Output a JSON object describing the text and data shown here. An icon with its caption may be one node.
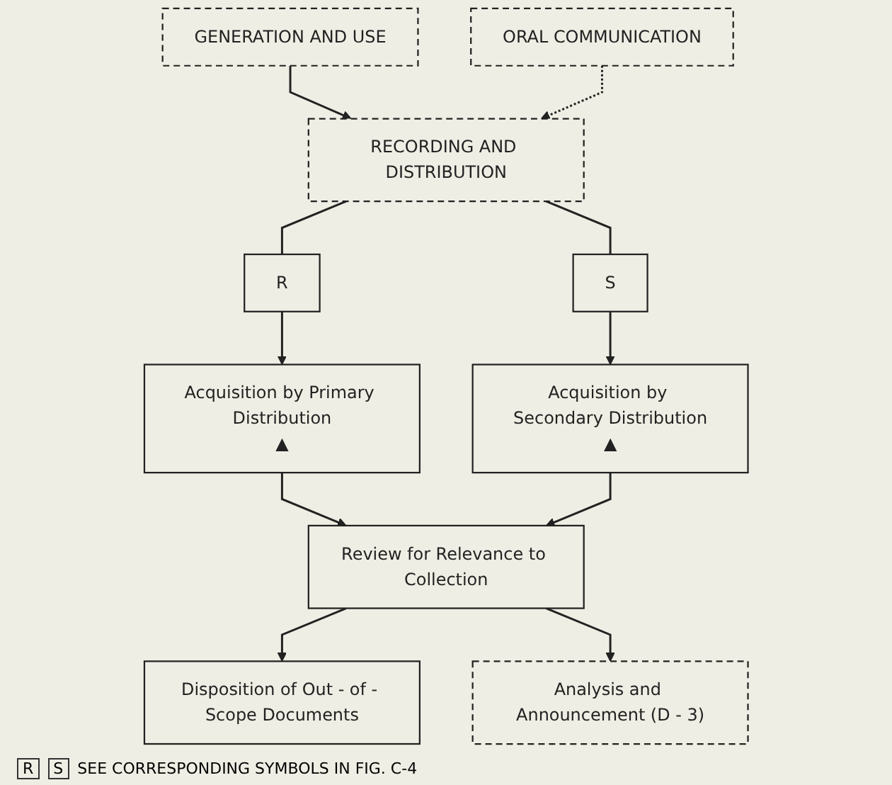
{
  "diagram": {
    "nodes": [
      {
        "text": [
          "GENERATION AND USE"
        ]
      },
      {
        "text": [
          "ORAL COMMUNICATION"
        ]
      },
      {
        "text": [
          "RECORDING AND DISTRIBUTION"
        ]
      },
      {
        "text": [
          "Disposition of Out - of - Scope Documents"
        ]
      },
      {
        "text": [
          "R"
        ]
      },
      {
        "text": [
          "Acquisition by Primary Distribution",
          "▲"
        ]
      },
      {
        "text": [
          "Review for Relevance to Collection"
        ]
      },
      {
        "text": [
          "S"
        ]
      },
      {
        "text": [
          "Acquisition by Secondary Distribution",
          "▲"
        ]
      },
      {
        "text": [
          "Analysis and Announcement (D - 3)"
        ]
      }
    ],
    "edges": [
      {
        "from": 0,
        "to": 2,
        "arrow": "to"
      },
      {
        "from": 1,
        "to": 2,
        "arrow": "to",
        "style": "dashed"
      },
      {
        "from": 2,
        "to": 4,
        "arrow": "none"
      },
      {
        "from": 4,
        "to": 5,
        "arrow": "to"
      },
      {
        "from": 2,
        "to": 7,
        "arrow": "none"
      },
      {
        "from": 7,
        "to": 8,
        "arrow": "to"
      },
      {
        "from": 5,
        "to": 6,
        "arrow": "to"
      },
      {
        "from": 8,
        "to": 6,
        "arrow": "to"
      },
      {
        "from": 6,
        "to": 3,
        "arrow": "to"
      },
      {
        "from": 6,
        "to": 9,
        "arrow": "to"
      }
    ],
    "labels": [
      "R",
      "S",
      "SEE CORRESPONDING SYMBOLS IN FIG. C-4"
    ]
  }
}
